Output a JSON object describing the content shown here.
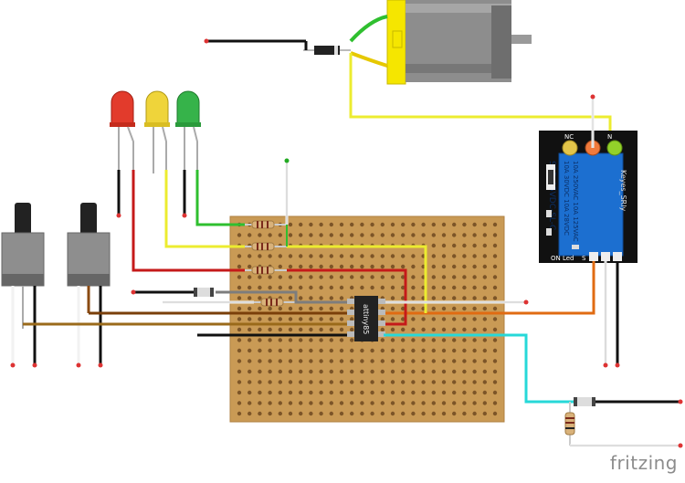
{
  "watermark": "fritzing",
  "chip": {
    "label": "attiny85"
  },
  "relay": {
    "body_text_1": "10A 250VAC  10A 125VAC",
    "body_text_2": "10A 30VDC  10A 28VDC",
    "model": "SRD-05VDC-SL-C",
    "brand": "Keyes_SRly",
    "nc": "NC",
    "no": "N",
    "on_led": "ON Led",
    "s": "S"
  },
  "leds": [
    {
      "name": "red-led",
      "color": "#e23b2c"
    },
    {
      "name": "yellow-led",
      "color": "#efd43a"
    },
    {
      "name": "green-led",
      "color": "#36b34a"
    }
  ],
  "colors": {
    "board": "#c99a55",
    "relay_blue": "#1c6fd0",
    "motor_body": "#8a8a8a",
    "motor_cap": "#f5e600",
    "wire_red": "#c51a1a",
    "wire_green": "#2fbf2f",
    "wire_yellow": "#ecec30",
    "wire_orange": "#e06b12",
    "wire_cyan": "#26d8d8",
    "wire_brown": "#8a4a12",
    "wire_gray": "#7d7d7d"
  }
}
